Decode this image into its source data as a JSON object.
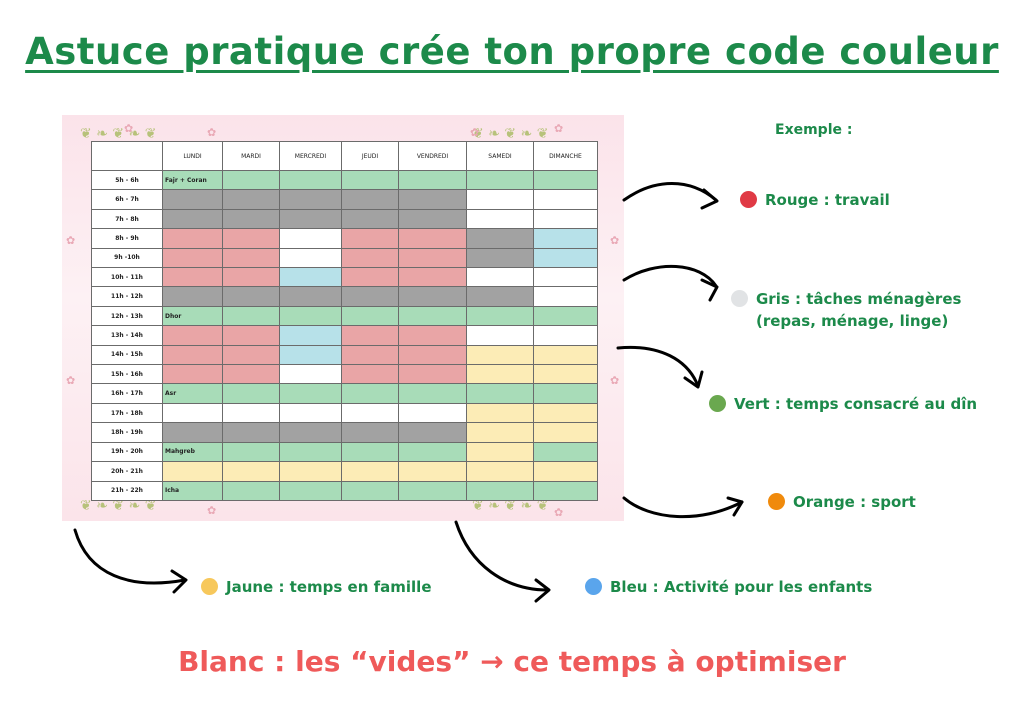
{
  "title": "Astuce pratique crée ton propre code couleur",
  "exemple_label": "Exemple :",
  "colors": {
    "green": "#a8dcb8",
    "gray": "#a2a2a2",
    "red": "#e9a5a6",
    "white": "#ffffff",
    "blue": "#b7e1e9",
    "yellow": "#fcecb6"
  },
  "schedule": {
    "days": [
      "LUNDI",
      "MARDI",
      "MERCREDI",
      "JEUDI",
      "VENDREDI",
      "SAMEDI",
      "DIMANCHE"
    ],
    "rows": [
      {
        "time": "5h - 6h",
        "cells": [
          "green",
          "green",
          "green",
          "green",
          "green",
          "green",
          "green"
        ],
        "label": "Fajr + Coran"
      },
      {
        "time": "6h - 7h",
        "cells": [
          "gray",
          "gray",
          "gray",
          "gray",
          "gray",
          "white",
          "white"
        ],
        "label": ""
      },
      {
        "time": "7h - 8h",
        "cells": [
          "gray",
          "gray",
          "gray",
          "gray",
          "gray",
          "white",
          "white"
        ],
        "label": ""
      },
      {
        "time": "8h - 9h",
        "cells": [
          "red",
          "red",
          "white",
          "red",
          "red",
          "gray",
          "blue"
        ],
        "label": ""
      },
      {
        "time": "9h -10h",
        "cells": [
          "red",
          "red",
          "white",
          "red",
          "red",
          "gray",
          "blue"
        ],
        "label": ""
      },
      {
        "time": "10h - 11h",
        "cells": [
          "red",
          "red",
          "blue",
          "red",
          "red",
          "white",
          "white"
        ],
        "label": ""
      },
      {
        "time": "11h - 12h",
        "cells": [
          "gray",
          "gray",
          "gray",
          "gray",
          "gray",
          "gray",
          "white"
        ],
        "label": ""
      },
      {
        "time": "12h - 13h",
        "cells": [
          "green",
          "green",
          "green",
          "green",
          "green",
          "green",
          "green"
        ],
        "label": "Dhor"
      },
      {
        "time": "13h - 14h",
        "cells": [
          "red",
          "red",
          "blue",
          "red",
          "red",
          "white",
          "white"
        ],
        "label": ""
      },
      {
        "time": "14h - 15h",
        "cells": [
          "red",
          "red",
          "blue",
          "red",
          "red",
          "yellow",
          "yellow"
        ],
        "label": ""
      },
      {
        "time": "15h - 16h",
        "cells": [
          "red",
          "red",
          "white",
          "red",
          "red",
          "yellow",
          "yellow"
        ],
        "label": ""
      },
      {
        "time": "16h - 17h",
        "cells": [
          "green",
          "green",
          "green",
          "green",
          "green",
          "green",
          "green"
        ],
        "label": "Asr"
      },
      {
        "time": "17h - 18h",
        "cells": [
          "white",
          "white",
          "white",
          "white",
          "white",
          "yellow",
          "yellow"
        ],
        "label": ""
      },
      {
        "time": "18h - 19h",
        "cells": [
          "gray",
          "gray",
          "gray",
          "gray",
          "gray",
          "yellow",
          "yellow"
        ],
        "label": ""
      },
      {
        "time": "19h - 20h",
        "cells": [
          "green",
          "green",
          "green",
          "green",
          "green",
          "yellow",
          "green"
        ],
        "label": "Mahgreb"
      },
      {
        "time": "20h - 21h",
        "cells": [
          "yellow",
          "yellow",
          "yellow",
          "yellow",
          "yellow",
          "yellow",
          "yellow"
        ],
        "label": ""
      },
      {
        "time": "21h - 22h",
        "cells": [
          "green",
          "green",
          "green",
          "green",
          "green",
          "green",
          "green"
        ],
        "label": "Icha"
      }
    ]
  },
  "legend": [
    {
      "key": "rouge",
      "text": "Rouge : travail",
      "color": "#e03a45"
    },
    {
      "key": "gris",
      "text": "Gris : tâches ménagères\n(repas, ménage, linge)",
      "color": "#e1e3e5"
    },
    {
      "key": "vert",
      "text": "Vert : temps consacré au dîn",
      "color": "#6aa84f"
    },
    {
      "key": "orange",
      "text": "Orange : sport",
      "color": "#f08a0c"
    },
    {
      "key": "jaune",
      "text": "Jaune : temps en famille",
      "color": "#f7c85c"
    },
    {
      "key": "bleu",
      "text": "Bleu : Activité pour les enfants",
      "color": "#5aa5ec"
    }
  ],
  "blanc_note": "Blanc : les “vides” → ce temps à optimiser"
}
